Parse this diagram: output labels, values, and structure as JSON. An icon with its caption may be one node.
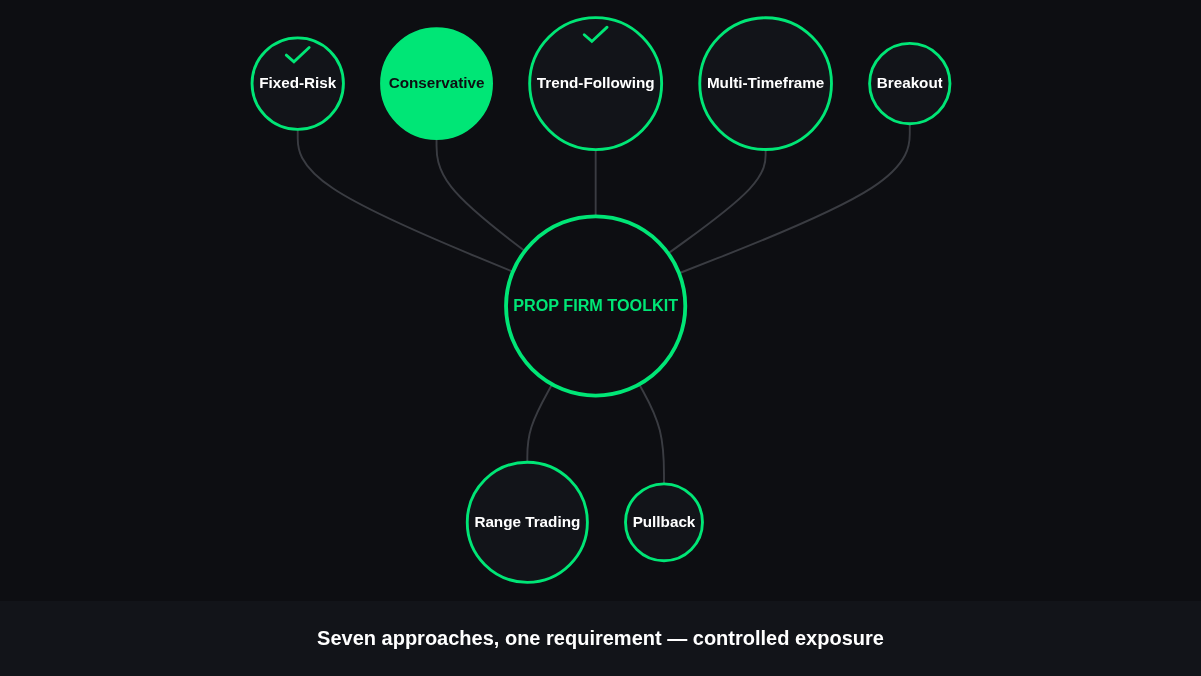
{
  "diagram": {
    "caption": "Seven approaches, one requirement — controlled exposure",
    "nodes": [
      {
        "text": [
          "PROP FIRM TOOLKIT"
        ]
      },
      {
        "text": [
          "Fixed-Risk"
        ]
      },
      {
        "text": [
          "Conservative"
        ]
      },
      {
        "text": [
          "Trend-Following"
        ]
      },
      {
        "text": [
          "Multi-Timeframe"
        ]
      },
      {
        "text": [
          "Breakout"
        ]
      },
      {
        "text": [
          "Range Trading"
        ]
      },
      {
        "text": [
          "Pullback"
        ]
      }
    ],
    "edges": [
      {
        "from": 1,
        "to": 0,
        "arrow": "none"
      },
      {
        "from": 2,
        "to": 0,
        "arrow": "none"
      },
      {
        "from": 3,
        "to": 0,
        "arrow": "none"
      },
      {
        "from": 4,
        "to": 0,
        "arrow": "none"
      },
      {
        "from": 5,
        "to": 0,
        "arrow": "none"
      },
      {
        "from": 0,
        "to": 6,
        "arrow": "none"
      },
      {
        "from": 0,
        "to": 7,
        "arrow": "none"
      }
    ]
  }
}
